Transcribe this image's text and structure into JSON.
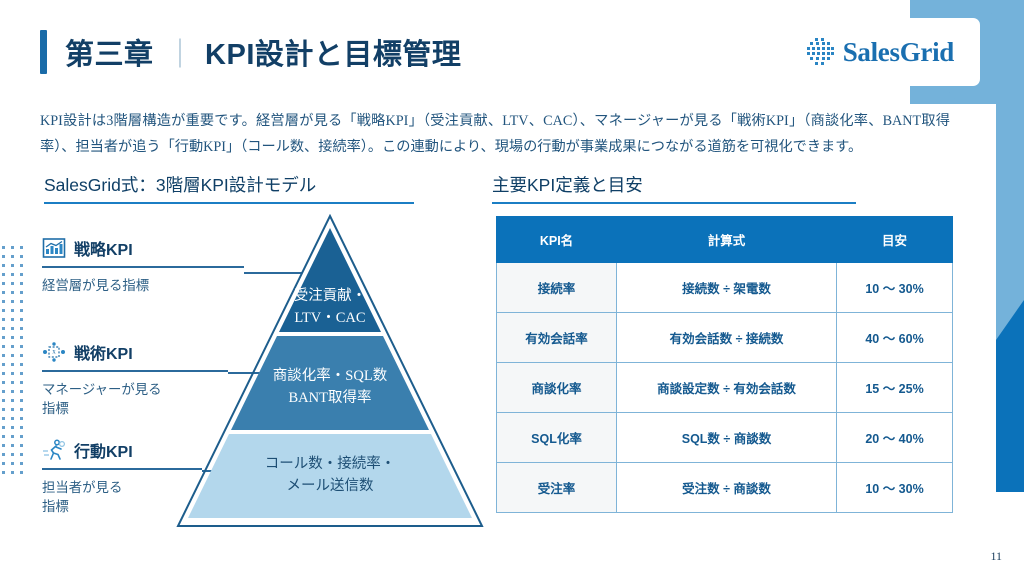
{
  "slide": {
    "page_number": "11",
    "accent_color": "#1a6ba8",
    "header_blue": "#0b72ba",
    "light_blue": "#74b2da"
  },
  "header": {
    "chapter": "第三章",
    "separator": "｜",
    "title": "KPI設計と目標管理",
    "logo_text": "SalesGrid",
    "logo_icon": "grid-dots-icon"
  },
  "lead": {
    "text": "KPI設計は3階層構造が重要です。経営層が見る「戦略KPI」（受注貢献、LTV、CAC）、マネージャーが見る「戦術KPI」（商談化率、BANT取得率）、担当者が追う「行動KPI」（コール数、接続率）。この連動により、現場の行動が事業成果につながる道筋を可視化できます。"
  },
  "sections": {
    "left_heading": "SalesGrid式：3階層KPI設計モデル",
    "right_heading": "主要KPI定義と目安"
  },
  "layers": [
    {
      "name": "戦略KPI",
      "desc": "経営層が見る指標",
      "icon": "bar-chart-icon",
      "pyramid_label": "受注貢献・\nLTV・CAC",
      "pyramid_line1": "受注貢献・",
      "pyramid_line2": "LTV・CAC",
      "fill": "#1a6194"
    },
    {
      "name": "戦術KPI",
      "desc": "マネージャーが見る\n指標",
      "desc_line1": "マネージャーが見る",
      "desc_line2": "指標",
      "icon": "scatter-plot-icon",
      "pyramid_line1": "商談化率・SQL数",
      "pyramid_line2": "BANT取得率",
      "fill": "#3a7fae"
    },
    {
      "name": "行動KPI",
      "desc": "担当者が見る\n指標",
      "desc_line1": "担当者が見る",
      "desc_line2": "指標",
      "icon": "running-person-icon",
      "pyramid_line1": "コール数・接続率・",
      "pyramid_line2": "メール送信数",
      "fill": "#b3d7ec"
    }
  ],
  "table": {
    "columns": [
      "KPI名",
      "計算式",
      "目安"
    ],
    "rows": [
      {
        "name": "接続率",
        "formula": "接続数 ÷ 架電数",
        "target": "10 ～ 30%"
      },
      {
        "name": "有効会話率",
        "formula": "有効会話数 ÷ 接続数",
        "target": "40 ～ 60%"
      },
      {
        "name": "商談化率",
        "formula": "商談設定数 ÷ 有効会話数",
        "target": "15 ～ 25%"
      },
      {
        "name": "SQL化率",
        "formula": "SQL数 ÷ 商談数",
        "target": "20 ～ 40%"
      },
      {
        "name": "受注率",
        "formula": "受注数 ÷ 商談数",
        "target": "10 ～ 30%"
      }
    ]
  }
}
